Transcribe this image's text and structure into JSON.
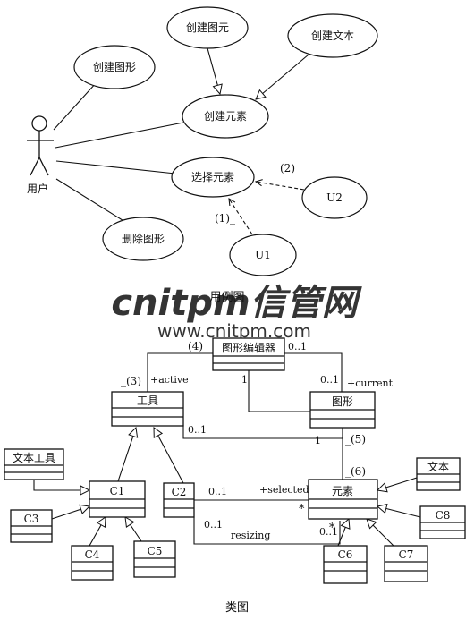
{
  "use_case_diagram": {
    "caption": "用例图",
    "actor": "用户",
    "use_cases": {
      "create_figure": "创建图形",
      "create_primitive": "创建图元",
      "create_text": "创建文本",
      "create_element": "创建元素",
      "select_element": "选择元素",
      "delete_figure": "删除图形",
      "u1": "U1",
      "u2": "U2"
    },
    "blanks": {
      "b1": "(1)_",
      "b2": "(2)_"
    }
  },
  "class_diagram": {
    "caption": "类图",
    "classes": {
      "editor": "图形编辑器",
      "tool": "工具",
      "figure": "图形",
      "text_tool": "文本工具",
      "c1": "C1",
      "c2": "C2",
      "c3": "C3",
      "c4": "C4",
      "c5": "C5",
      "element": "元素",
      "text": "文本",
      "c6": "C6",
      "c7": "C7",
      "c8": "C8"
    },
    "labels": {
      "blank4": "_(4)",
      "blank3": "_(3)",
      "blank5": "_(5)",
      "blank6": "_(6)",
      "mult_editor_right": "0..1",
      "mult_editor_fig": "0..1",
      "mult_editor_tool": "1",
      "active": "+active",
      "current": "+current",
      "tool_fig_01": "0..1",
      "tool_fig_1": "1",
      "c2_sel": "0..1",
      "selected": "+selected",
      "star1": "*",
      "c2_resize": "0..1",
      "resizing": "resizing",
      "star2": "*",
      "elem_01": "0..1"
    }
  },
  "watermark": {
    "brand": "cnitpm信管网",
    "url": "www.cnitpm.com"
  },
  "colors": {
    "line": "#111111",
    "watermark_brand": "#f4a23a",
    "watermark_url": "#35b7cf"
  }
}
